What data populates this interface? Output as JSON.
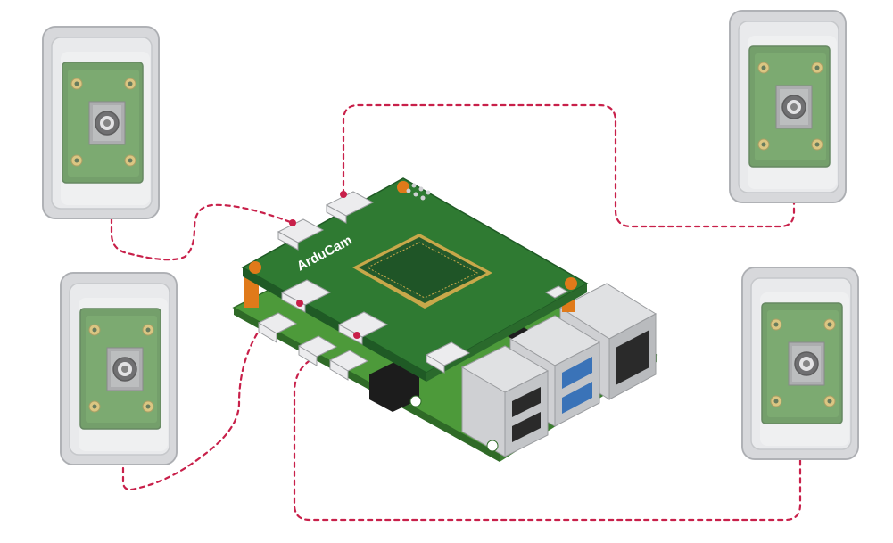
{
  "board": {
    "brand_label": "ArduCam"
  },
  "cameras": [
    {
      "id": "top-left"
    },
    {
      "id": "top-right"
    },
    {
      "id": "bottom-left"
    },
    {
      "id": "bottom-right"
    }
  ],
  "colors": {
    "cable": "#c8204a",
    "pcb_dark": "#2a6a2c",
    "pcb_light": "#4d9a3a",
    "chip": "#1f5a27",
    "gold": "#c8a84a",
    "standoff": "#e07a1a",
    "enclosure": "#dcdde0",
    "enclosure_edge": "#b9bbbf",
    "usb_blue": "#3a73b8",
    "port_gray": "#d6d7d9",
    "port_dark": "#2a2a2a"
  }
}
